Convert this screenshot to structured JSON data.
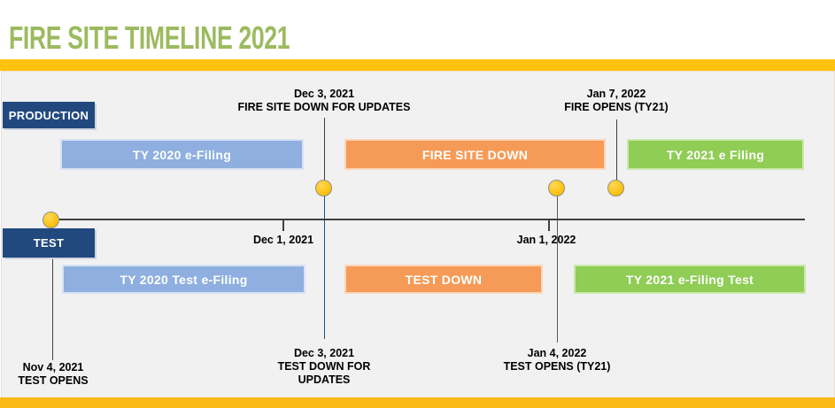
{
  "title": "FIRE SITE TIMELINE 2021",
  "lanes": {
    "production": {
      "label": "PRODUCTION",
      "bars": [
        {
          "label": "TY 2020 e-Filing",
          "color": "#8EAFDF"
        },
        {
          "label": "FIRE SITE DOWN",
          "color": "#F59B57"
        },
        {
          "label": "TY 2021 e Filing",
          "color": "#8FCD55"
        }
      ]
    },
    "test": {
      "label": "TEST",
      "bars": [
        {
          "label": "TY 2020 Test e-Filing",
          "color": "#8EAFDF"
        },
        {
          "label": "TEST DOWN",
          "color": "#F59B57"
        },
        {
          "label": "TY 2021 e-Filing Test",
          "color": "#8FCD55"
        }
      ]
    }
  },
  "axis": {
    "ticks": [
      {
        "label": "Dec 1, 2021"
      },
      {
        "label": "Jan 1, 2022"
      }
    ]
  },
  "annotations": {
    "top": [
      {
        "date": "Dec 3, 2021",
        "lines": [
          "FIRE SITE DOWN FOR UPDATES"
        ]
      },
      {
        "date": "Jan 7, 2022",
        "lines": [
          "FIRE OPENS (TY21)"
        ]
      }
    ],
    "bottom": [
      {
        "date": "Nov 4, 2021",
        "lines": [
          "TEST OPENS"
        ]
      },
      {
        "date": "Dec 3, 2021",
        "lines": [
          "TEST DOWN FOR",
          "UPDATES"
        ]
      },
      {
        "date": "Jan 4, 2022",
        "lines": [
          "TEST OPENS (TY21)"
        ]
      }
    ]
  },
  "colors": {
    "title_green": "#9CBA5F",
    "accent_amber": "#FFC20E",
    "lane_navy": "#21497E",
    "bar_blue": "#8EAFDF",
    "bar_orange": "#F59B57",
    "bar_green": "#8FCD55",
    "marker_gold": "#FEC211",
    "line_dark": "#3F3F3F",
    "line_navy": "#1F4E79"
  }
}
